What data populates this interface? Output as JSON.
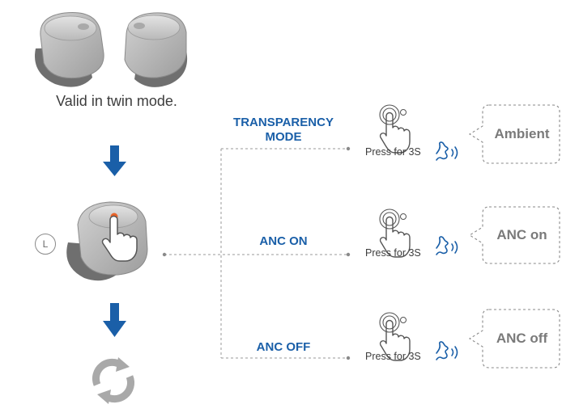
{
  "caption": "Valid in twin mode.",
  "side_label": "L",
  "modes": [
    {
      "title_line1": "TRANSPARENCY",
      "title_line2": "MODE",
      "press": "Press for 3S",
      "prompt": "Ambient"
    },
    {
      "title_line1": "ANC ON",
      "title_line2": "",
      "press": "Press for 3S",
      "prompt": "ANC on"
    },
    {
      "title_line1": "ANC OFF",
      "title_line2": "",
      "press": "Press for 3S",
      "prompt": "ANC off"
    }
  ],
  "colors": {
    "accent_blue": "#1a5fa8",
    "earbud_grey": "#c9c9c9",
    "earbud_dark": "#7c7c7c",
    "touch_orange": "#e8642a",
    "line_grey": "#9a9a9a"
  },
  "icons": [
    "earbud-pair-icon",
    "arrow-down-icon",
    "earbud-touch-icon",
    "hand-press-icon",
    "voice-prompt-icon",
    "cycle-icon"
  ]
}
